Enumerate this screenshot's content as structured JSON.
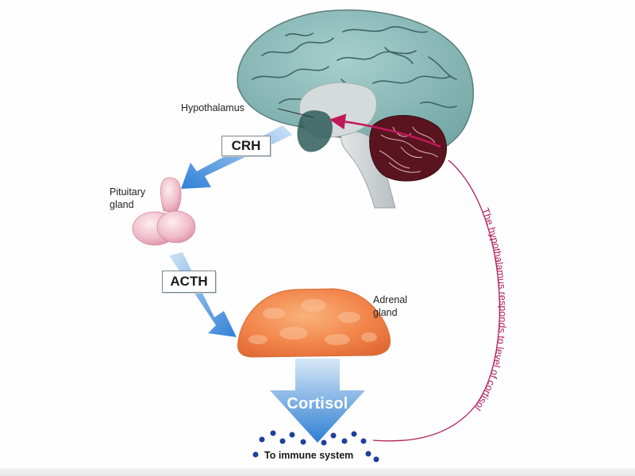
{
  "labels": {
    "hypothalamus": "Hypothalamus",
    "pituitary": "Pituitary\ngland",
    "adrenal": "Adrenal\ngland",
    "immune": "To immune system"
  },
  "hormones": {
    "crh": "CRH",
    "acth": "ACTH",
    "cortisol": "Cortisol"
  },
  "feedback_text": "The hypothalamus responds to level of cortisol",
  "colors": {
    "arrow_blue": "#3a86d6",
    "feedback_magenta": "#b21e5a",
    "brain_teal": "#7fb2b0",
    "cerebellum": "#5a1420",
    "adrenal_orange": "#f2854a",
    "pituitary_pink": "#f0bcc8",
    "dot_blue": "#1f3f9a"
  }
}
